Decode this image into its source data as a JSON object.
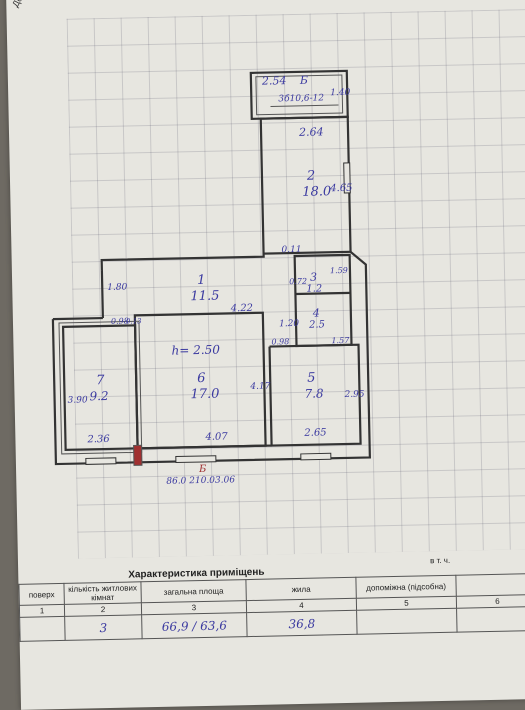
{
  "header": {
    "stamp": "Довідка"
  },
  "balcony": {
    "width": "2.54",
    "depth": "1.40",
    "label": "Б",
    "note": "3б10,6-12"
  },
  "rooms": [
    {
      "no": "1",
      "area": "11.5",
      "dim": "4.22",
      "dim2": "1.80"
    },
    {
      "no": "2",
      "area": "18.0",
      "dim_w": "2.64",
      "dim_h": "4.65"
    },
    {
      "no": "3",
      "area": "1.2",
      "dim": "0.72",
      "dim2": "1.59"
    },
    {
      "no": "4",
      "area": "2.5",
      "dim": "1.57",
      "dim2": "1.20"
    },
    {
      "no": "5",
      "area": "7.8",
      "dim_w": "2.65",
      "dim_h": "2.95"
    },
    {
      "no": "6",
      "area": "17.0",
      "dim_w": "4.07",
      "dim_h": "4.17",
      "height": "h= 2.50"
    },
    {
      "no": "7",
      "area": "9.2",
      "dim_w": "2.36",
      "dim_h": "3.90"
    }
  ],
  "misc_dims": {
    "d1": "0.11",
    "d2": "0.98",
    "d3": "0.13",
    "d4": "0.98"
  },
  "entrance": {
    "label": "Б",
    "note": "86.0 210.03.06"
  },
  "table": {
    "title": "Характеристика приміщень",
    "sub": "в т. ч.",
    "headers": {
      "c0": "поверх",
      "c1": "кількість житлових кімнат",
      "c2": "загальна площа",
      "c3": "жила",
      "c4": "допоміжна (підсобна)",
      "c5": ""
    },
    "numbers": [
      "1",
      "2",
      "3",
      "4",
      "5",
      "6"
    ],
    "values": {
      "rooms": "3",
      "total": "66,9 / 63,6",
      "living": "36,8"
    }
  }
}
